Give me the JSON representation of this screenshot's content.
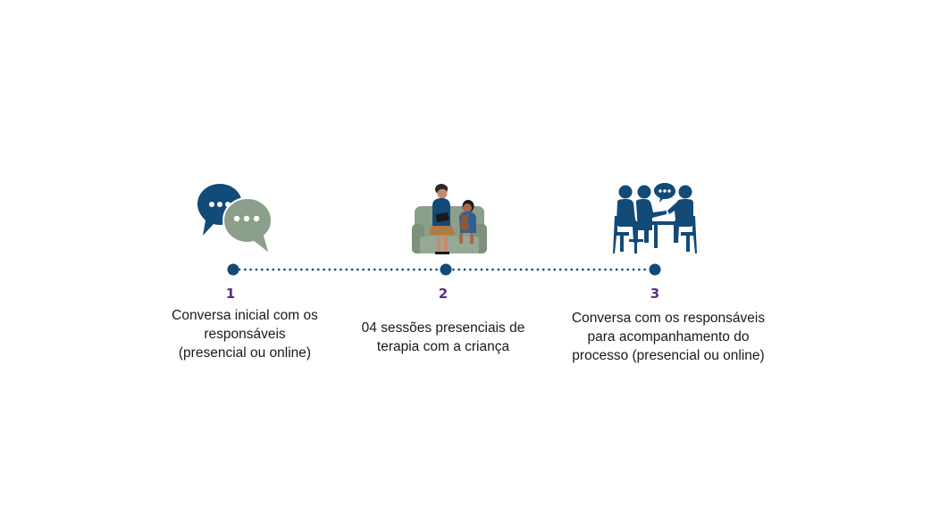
{
  "colors": {
    "navy": "#124a78",
    "sage": "#8c9f8a",
    "purple": "#5b2d87",
    "text": "#1a1a1a"
  },
  "steps": [
    {
      "number": "1",
      "icon": "speech-bubbles-icon",
      "lines": [
        "Conversa inicial com os",
        "responsáveis",
        "(presencial ou online)"
      ]
    },
    {
      "number": "2",
      "icon": "therapy-session-icon",
      "lines": [
        "04 sessões presenciais de",
        "terapia com a criança"
      ]
    },
    {
      "number": "3",
      "icon": "meeting-table-icon",
      "lines": [
        "Conversa com os responsáveis",
        "para acompanhamento do",
        "processo (presencial ou online)"
      ]
    }
  ]
}
